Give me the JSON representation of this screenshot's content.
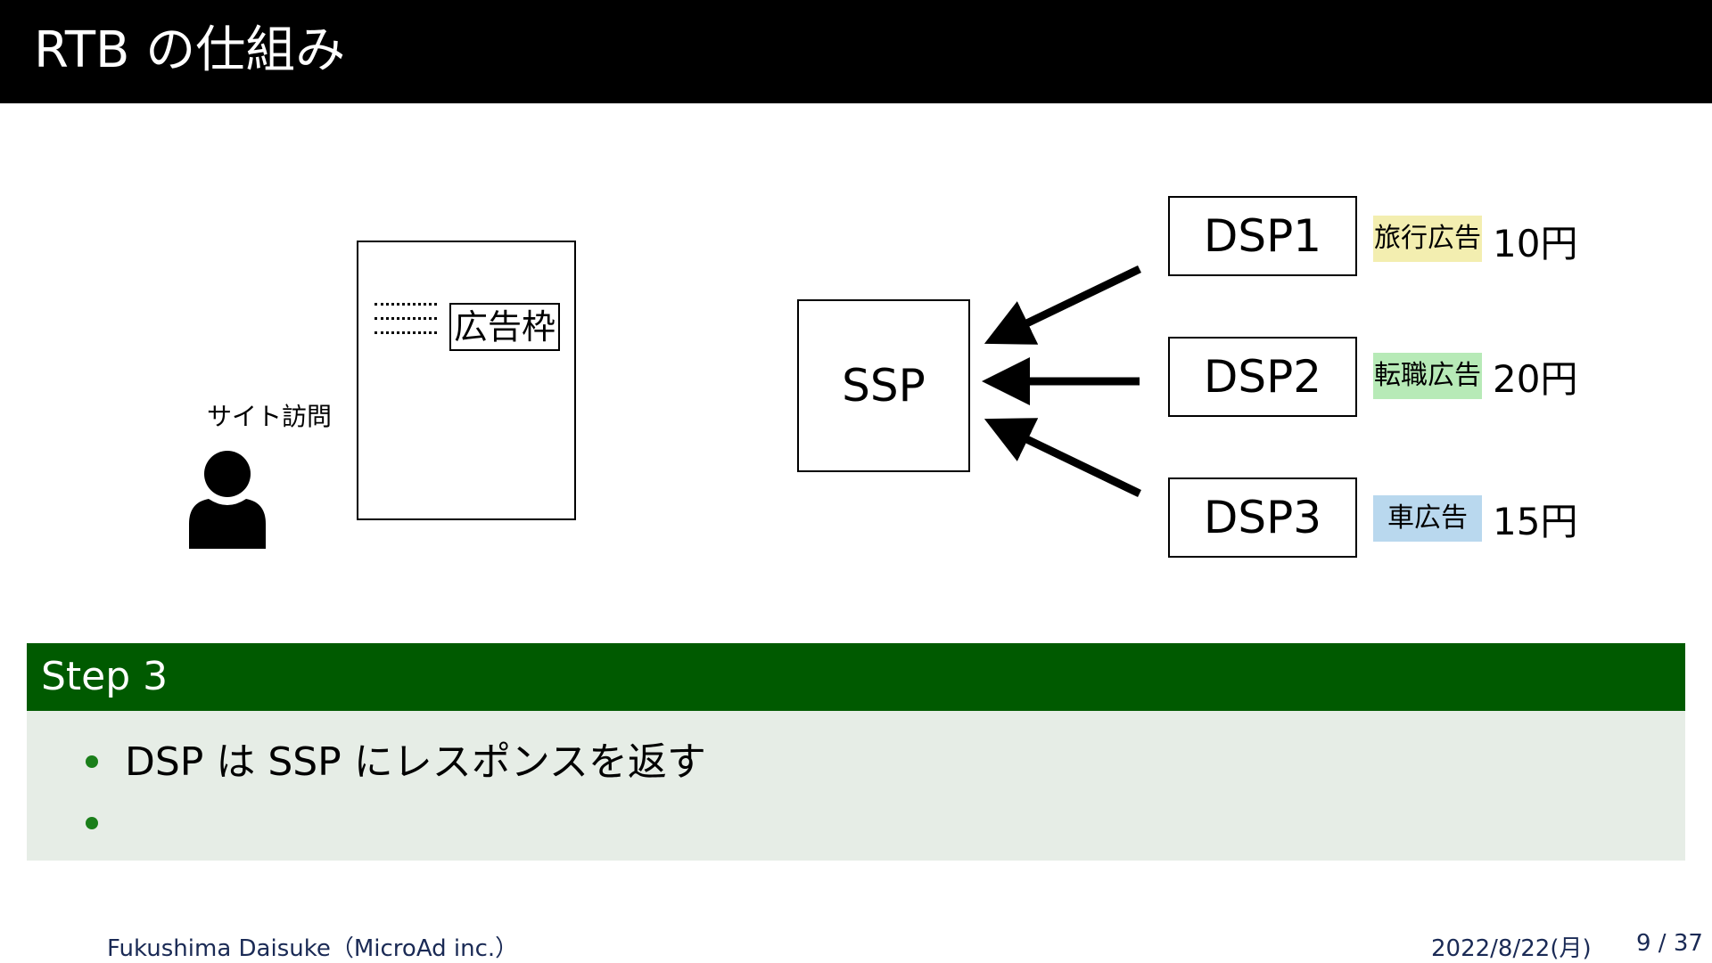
{
  "header": {
    "title": "RTB の仕組み"
  },
  "diagram": {
    "visit_label": "サイト訪問",
    "ad_slot_label": "広告枠",
    "ssp_label": "SSP",
    "dsps": [
      {
        "label": "DSP1",
        "tag": "旅行広告",
        "tag_color": "#f3eeb0",
        "price": "10円"
      },
      {
        "label": "DSP2",
        "tag": "転職広告",
        "tag_color": "#b7eab7",
        "price": "20円"
      },
      {
        "label": "DSP3",
        "tag": "車広告",
        "tag_color": "#b9d8ee",
        "price": "15円"
      }
    ]
  },
  "block": {
    "title": "Step 3",
    "items": [
      "DSP は SSP にレスポンスを返す",
      ""
    ]
  },
  "footer": {
    "author": "Fukushima Daisuke（MicroAd inc.）",
    "date": "2022/8/22(月)",
    "page": "9 / 37"
  },
  "colors": {
    "header_bg": "#000000",
    "block_header": "#005a00",
    "block_body": "#e6ede6"
  }
}
